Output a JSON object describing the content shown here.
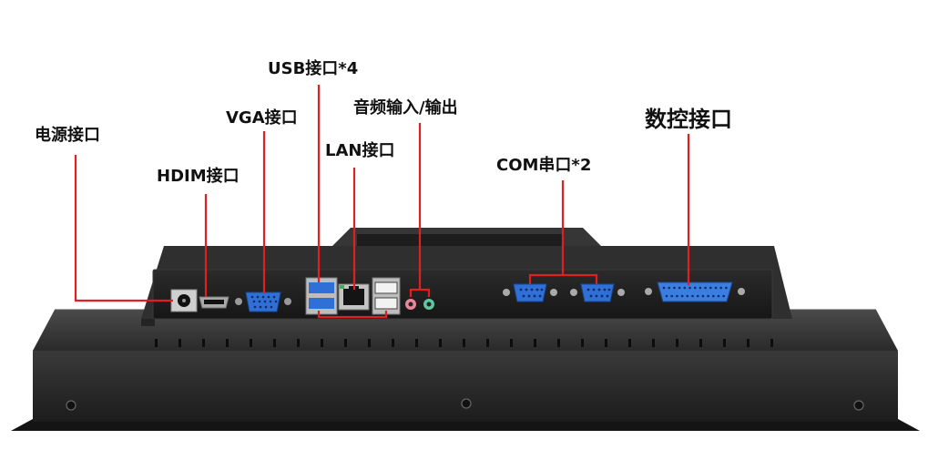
{
  "labels": {
    "power": "电源接口",
    "hdmi": "HDIM接口",
    "vga": "VGA接口",
    "usb": "USB接口*4",
    "audio": "音频输入/输出",
    "lan": "LAN接口",
    "com": "COM串口*2",
    "cnc": "数控接口"
  },
  "colors": {
    "callout": "#e02020",
    "panel": "#2a2a2a",
    "port_blue": "#2f6fd6",
    "audio_pink": "#e8889a",
    "audio_green": "#5fc7a0"
  }
}
